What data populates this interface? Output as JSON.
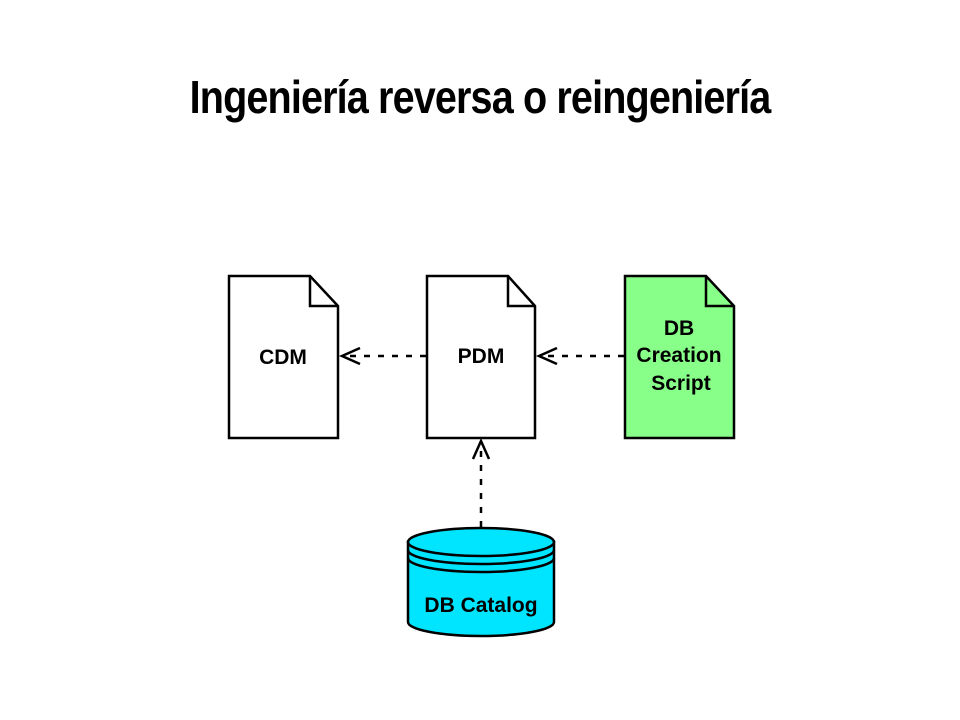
{
  "title": "Ingeniería reversa o reingeniería",
  "nodes": {
    "cdm": {
      "label": "CDM",
      "fill": "#ffffff"
    },
    "pdm": {
      "label": "PDM",
      "fill": "#ffffff"
    },
    "script": {
      "label_lines": [
        "DB",
        "Creation",
        "Script"
      ],
      "fill": "#88ff88"
    },
    "catalog": {
      "label": "DB Catalog",
      "fill": "#00e5ff"
    }
  },
  "edges": [
    {
      "from": "pdm",
      "to": "cdm",
      "style": "dashed-open-arrow"
    },
    {
      "from": "script",
      "to": "pdm",
      "style": "dashed-open-arrow"
    },
    {
      "from": "catalog",
      "to": "pdm",
      "style": "dashed-open-arrow"
    }
  ]
}
